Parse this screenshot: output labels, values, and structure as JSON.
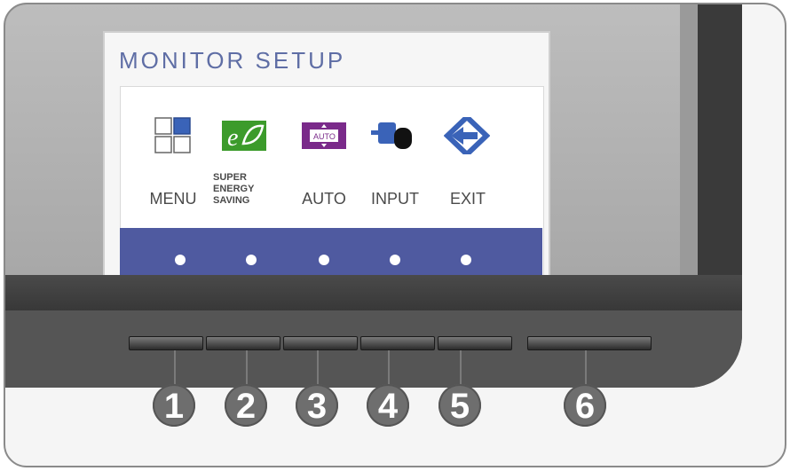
{
  "osd": {
    "title": "MONITOR SETUP",
    "items": [
      {
        "label": "MENU",
        "icon": "menu-grid-icon"
      },
      {
        "label": "SUPER\nENERGY\nSAVING",
        "icon": "energy-saving-leaf-icon"
      },
      {
        "label": "AUTO",
        "icon": "auto-adjust-icon"
      },
      {
        "label": "INPUT",
        "icon": "input-connector-icon"
      },
      {
        "label": "EXIT",
        "icon": "exit-arrow-icon"
      }
    ],
    "colors": {
      "title": "#5f6ea5",
      "bar": "#4f5aa0",
      "energy": "#3c9b2b",
      "auto": "#7a2a8a"
    }
  },
  "buttons": [
    {
      "number": "1"
    },
    {
      "number": "2"
    },
    {
      "number": "3"
    },
    {
      "number": "4"
    },
    {
      "number": "5"
    },
    {
      "number": "6"
    }
  ]
}
